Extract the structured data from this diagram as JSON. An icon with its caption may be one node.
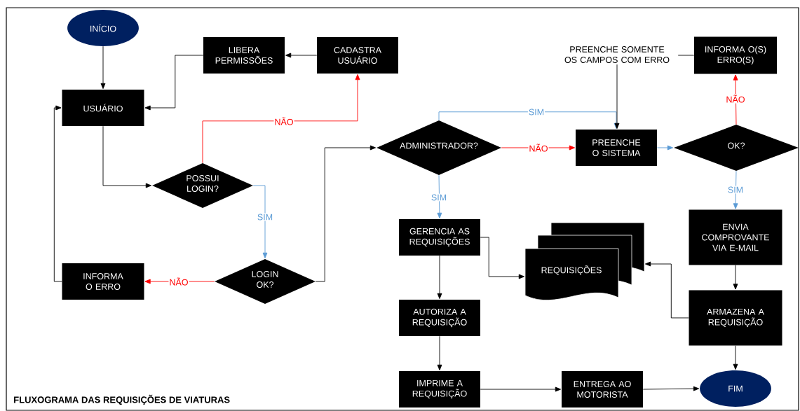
{
  "diagram": {
    "title": "FLUXOGRAMA DAS REQUISIÇÕES DE VIATURAS",
    "nodes": [
      {
        "text": [
          "INÍCIO"
        ]
      },
      {
        "text": [
          "LIBERA PERMISSÕES"
        ]
      },
      {
        "text": [
          "CADASTRA USUÁRIO"
        ]
      },
      {
        "text": [
          "USUÁRIO"
        ]
      },
      {
        "text": [
          "POSSUI LOGIN?"
        ]
      },
      {
        "text": [
          "PREENCHE SOMENTE OS CAMPOS COM ERRO"
        ]
      },
      {
        "text": [
          "INFORMA O(S) ERRO(S)"
        ]
      },
      {
        "text": [
          "ADMINISTRADOR?"
        ]
      },
      {
        "text": [
          "PREENCHE O SISTEMA"
        ]
      },
      {
        "text": [
          "OK?"
        ]
      },
      {
        "text": [
          "INFORMA O ERRO"
        ]
      },
      {
        "text": [
          "LOGIN OK?"
        ]
      },
      {
        "text": [
          "GERENCIA AS REQUISIÇÕES"
        ]
      },
      {
        "text": [
          "REQUISIÇÕES"
        ]
      },
      {
        "text": [
          "ENVIA COMPROVANTE VIA E-MAIL"
        ]
      },
      {
        "text": [
          "AUTORIZA A REQUISIÇÃO"
        ]
      },
      {
        "text": [
          "ARMAZENA A REQUISIÇÃO"
        ]
      },
      {
        "text": [
          "IMPRIME A REQUISIÇÃO"
        ]
      },
      {
        "text": [
          "ENTREGA AO MOTORISTA"
        ]
      },
      {
        "text": [
          "FIM"
        ]
      }
    ],
    "edges": [
      {
        "from": 0,
        "to": 3,
        "arrow": "to"
      },
      {
        "from": 2,
        "to": 1,
        "arrow": "to"
      },
      {
        "from": 1,
        "to": 3,
        "arrow": "to"
      },
      {
        "from": 3,
        "to": 4,
        "arrow": "to"
      },
      {
        "from": 4,
        "to": 2,
        "arrow": "to",
        "label": "NÃO",
        "color": "#ff0000"
      },
      {
        "from": 4,
        "to": 11,
        "arrow": "to",
        "label": "SIM",
        "color": "#5b9bd5"
      },
      {
        "from": 11,
        "to": 10,
        "arrow": "to",
        "label": "NÃO",
        "color": "#ff0000"
      },
      {
        "from": 10,
        "to": 3,
        "arrow": "to"
      },
      {
        "from": 11,
        "to": 7,
        "arrow": "to"
      },
      {
        "from": 7,
        "to": 8,
        "arrow": "to",
        "label": "NÃO",
        "color": "#ff0000"
      },
      {
        "from": 7,
        "to": 8,
        "arrow": "to",
        "label": "SIM",
        "color": "#5b9bd5"
      },
      {
        "from": 6,
        "to": 5,
        "arrow": "none"
      },
      {
        "from": 5,
        "to": 8,
        "arrow": "to"
      },
      {
        "from": 8,
        "to": 9,
        "arrow": "to",
        "color": "#5b9bd5"
      },
      {
        "from": 9,
        "to": 6,
        "arrow": "to",
        "label": "NÃO",
        "color": "#ff0000"
      },
      {
        "from": 9,
        "to": 14,
        "arrow": "to",
        "label": "SIM",
        "color": "#5b9bd5"
      },
      {
        "from": 7,
        "to": 12,
        "arrow": "to",
        "label": "SIM",
        "color": "#5b9bd5"
      },
      {
        "from": 12,
        "to": 15,
        "arrow": "to"
      },
      {
        "from": 15,
        "to": 17,
        "arrow": "to"
      },
      {
        "from": 17,
        "to": 18,
        "arrow": "to"
      },
      {
        "from": 18,
        "to": 19,
        "arrow": "to"
      },
      {
        "from": 14,
        "to": 16,
        "arrow": "to"
      },
      {
        "from": 16,
        "to": 19,
        "arrow": "to"
      },
      {
        "from": 16,
        "to": 13,
        "arrow": "to"
      },
      {
        "from": 12,
        "to": 13,
        "arrow": "to"
      }
    ]
  }
}
